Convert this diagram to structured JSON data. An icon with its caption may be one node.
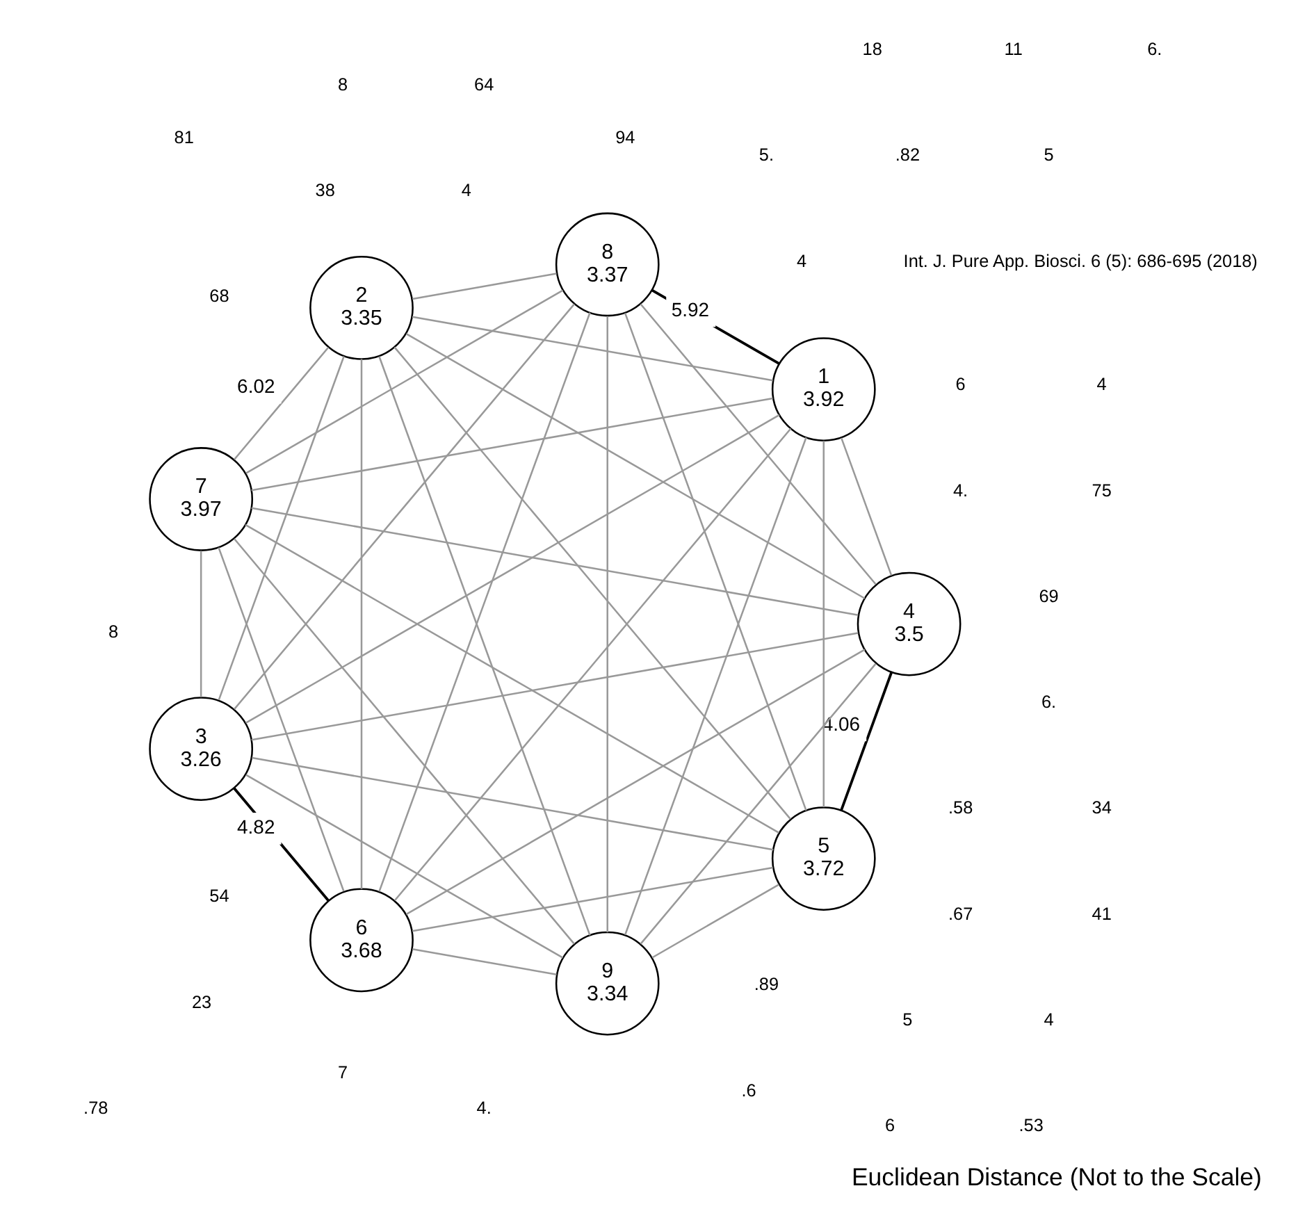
{
  "diagram": {
    "caption": "Euclidean Distance (Not to the Scale)",
    "nodes": [
      {
        "text": [
          "5",
          "3.72"
        ]
      },
      {
        "text": [
          "4",
          "3.5"
        ]
      },
      {
        "text": [
          "6",
          "3.68"
        ]
      },
      {
        "text": [
          "3",
          "3.26"
        ]
      },
      {
        "text": [
          "7",
          "3.97"
        ]
      },
      {
        "text": [
          "2",
          "3.35"
        ]
      },
      {
        "text": [
          "8",
          "3.37"
        ]
      },
      {
        "text": [
          "1",
          "3.92"
        ]
      },
      {
        "text": [
          "9",
          "3.34"
        ]
      }
    ],
    "edges": [
      {
        "from": 0,
        "to": 1,
        "arrow": "none",
        "label": "4.06",
        "color": "#000000"
      },
      {
        "from": 0,
        "to": 2,
        "arrow": "none"
      },
      {
        "from": 0,
        "to": 3,
        "arrow": "none"
      },
      {
        "from": 0,
        "to": 4,
        "arrow": "none"
      },
      {
        "from": 0,
        "to": 5,
        "arrow": "none"
      },
      {
        "from": 0,
        "to": 6,
        "arrow": "none"
      },
      {
        "from": 0,
        "to": 7,
        "arrow": "none"
      },
      {
        "from": 0,
        "to": 8,
        "arrow": "none"
      },
      {
        "from": 1,
        "to": 2,
        "arrow": "none"
      },
      {
        "from": 1,
        "to": 3,
        "arrow": "none"
      },
      {
        "from": 1,
        "to": 4,
        "arrow": "none"
      },
      {
        "from": 1,
        "to": 5,
        "arrow": "none"
      },
      {
        "from": 1,
        "to": 6,
        "arrow": "none"
      },
      {
        "from": 1,
        "to": 7,
        "arrow": "none"
      },
      {
        "from": 1,
        "to": 8,
        "arrow": "none"
      },
      {
        "from": 2,
        "to": 3,
        "arrow": "none",
        "label": "4.82",
        "color": "#000000"
      },
      {
        "from": 2,
        "to": 4,
        "arrow": "none"
      },
      {
        "from": 2,
        "to": 5,
        "arrow": "none"
      },
      {
        "from": 2,
        "to": 6,
        "arrow": "none"
      },
      {
        "from": 2,
        "to": 7,
        "arrow": "none"
      },
      {
        "from": 2,
        "to": 8,
        "arrow": "none"
      },
      {
        "from": 3,
        "to": 4,
        "arrow": "none"
      },
      {
        "from": 3,
        "to": 5,
        "arrow": "none"
      },
      {
        "from": 3,
        "to": 6,
        "arrow": "none"
      },
      {
        "from": 3,
        "to": 7,
        "arrow": "none"
      },
      {
        "from": 3,
        "to": 8,
        "arrow": "none"
      },
      {
        "from": 4,
        "to": 5,
        "arrow": "none",
        "label": "6.02"
      },
      {
        "from": 4,
        "to": 6,
        "arrow": "none"
      },
      {
        "from": 4,
        "to": 7,
        "arrow": "none"
      },
      {
        "from": 4,
        "to": 8,
        "arrow": "none"
      },
      {
        "from": 5,
        "to": 6,
        "arrow": "none"
      },
      {
        "from": 5,
        "to": 7,
        "arrow": "none"
      },
      {
        "from": 5,
        "to": 8,
        "arrow": "none"
      },
      {
        "from": 6,
        "to": 7,
        "arrow": "none",
        "label": "5.92",
        "color": "#000000"
      },
      {
        "from": 6,
        "to": 8,
        "arrow": "none"
      },
      {
        "from": 7,
        "to": 8,
        "arrow": "none"
      }
    ],
    "labels": [
      "Int. J. Pure App. Biosci. 6 (5): 686-695 (2018)",
      "4",
      ".67",
      ".58",
      "4.",
      "6",
      "4",
      "38",
      ".89",
      "68",
      "54",
      "6.",
      "69",
      "5",
      ".82",
      "5.",
      "23",
      "5",
      "4",
      "94",
      "81",
      "41",
      "34",
      "75",
      "4",
      "64",
      "8",
      "7",
      ".6",
      "8",
      "6.",
      "11",
      "18",
      ".78",
      "4.",
      "6",
      ".53"
    ]
  }
}
